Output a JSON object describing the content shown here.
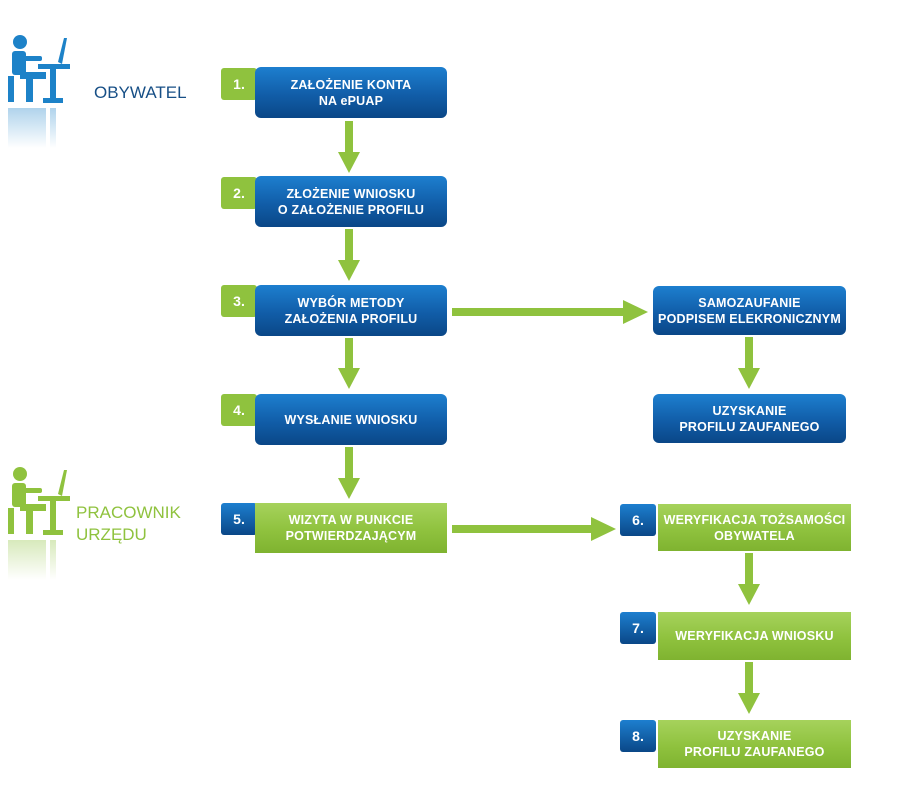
{
  "roles": {
    "citizen": "OBYWATEL",
    "clerk": "PRACOWNIK\nURZĘDU"
  },
  "steps": {
    "s1": {
      "num": "1.",
      "label": "ZAŁOŻENIE KONTA\nNA ePUAP"
    },
    "s2": {
      "num": "2.",
      "label": "ZŁOŻENIE WNIOSKU\nO ZAŁOŻENIE PROFILU"
    },
    "s3": {
      "num": "3.",
      "label": "WYBÓR METODY\nZAŁOŻENIA PROFILU"
    },
    "s4": {
      "num": "4.",
      "label": "WYSŁANIE WNIOSKU"
    },
    "s5": {
      "num": "5.",
      "label": "WIZYTA W PUNKCIE\nPOTWIERDZAJĄCYM"
    },
    "s6": {
      "num": "6.",
      "label": "WERYFIKACJA TOŻSAMOŚCI\nOBYWATELA"
    },
    "s7": {
      "num": "7.",
      "label": "WERYFIKACJA WNIOSKU"
    },
    "s8": {
      "num": "8.",
      "label": "UZYSKANIE\nPROFILU ZAUFANEGO"
    }
  },
  "branch": {
    "self_signed": "SAMOZAUFANIE\nPODPISEM ELEKRONICZNYM",
    "obtain": "UZYSKANIE\nPROFILU ZAUFANEGO"
  },
  "colors": {
    "blue": "#115da8",
    "green": "#8fc23e",
    "icon_blue": "#1d82c8",
    "icon_green": "#8fc23e"
  },
  "icons": {
    "citizen": "person-at-laptop-icon",
    "clerk": "person-at-laptop-icon"
  }
}
